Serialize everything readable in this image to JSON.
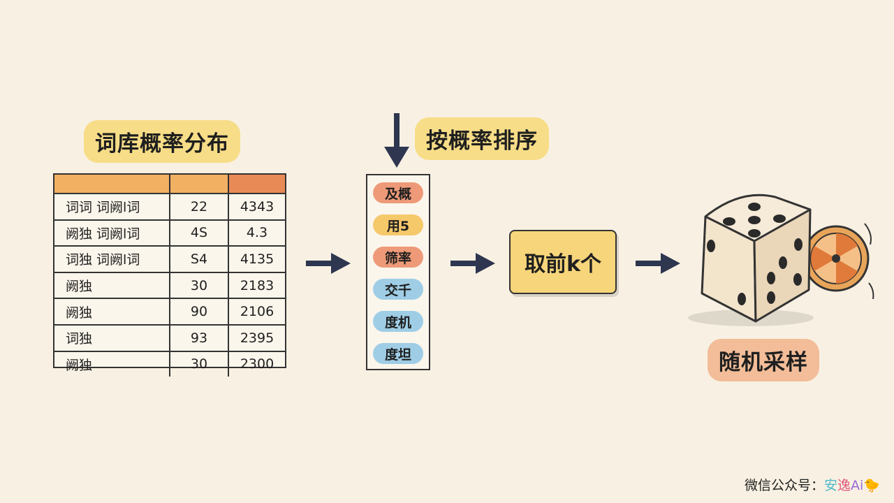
{
  "labels": {
    "vocab": "词库概率分布",
    "sort": "按概率排序",
    "topk": "取前k个",
    "sample": "随机采样"
  },
  "table": {
    "rows": [
      {
        "word": "词词 词阙l词",
        "a": "22",
        "b": "4343"
      },
      {
        "word": "阙独 词阙l词",
        "a": "4S",
        "b": "4.3"
      },
      {
        "word": "词独 词阙l词",
        "a": "S4",
        "b": "4135"
      },
      {
        "word": "阙独",
        "a": "30",
        "b": "2183"
      },
      {
        "word": "阙独",
        "a": "90",
        "b": "2106"
      },
      {
        "word": "词独",
        "a": "93",
        "b": "2395"
      },
      {
        "word": "阙独",
        "a": "30",
        "b": "2300"
      }
    ]
  },
  "sorted_items": [
    {
      "text": "及概",
      "color": "#ee9a78"
    },
    {
      "text": "用5",
      "color": "#f5c86a"
    },
    {
      "text": "筛率",
      "color": "#ee9a78"
    },
    {
      "text": "交千",
      "color": "#9fcde6"
    },
    {
      "text": "度机",
      "color": "#9fcde6"
    },
    {
      "text": "度坦",
      "color": "#9fcde6"
    }
  ],
  "colors": {
    "arrow": "#2e3650",
    "table_header_1": "#f2b063",
    "table_header_2": "#e88a55",
    "topk_fill": "#f7d57a",
    "background": "#f8f1e3"
  },
  "icons": {
    "dice": "dice-icon",
    "spinner": "spinner-wheel-icon",
    "arrows": "arrow-right-icon"
  },
  "watermark": {
    "prefix": "微信公众号：",
    "name_a": "安",
    "name_b": "逸",
    "name_c": "Ai",
    "emoji": "🐤"
  }
}
